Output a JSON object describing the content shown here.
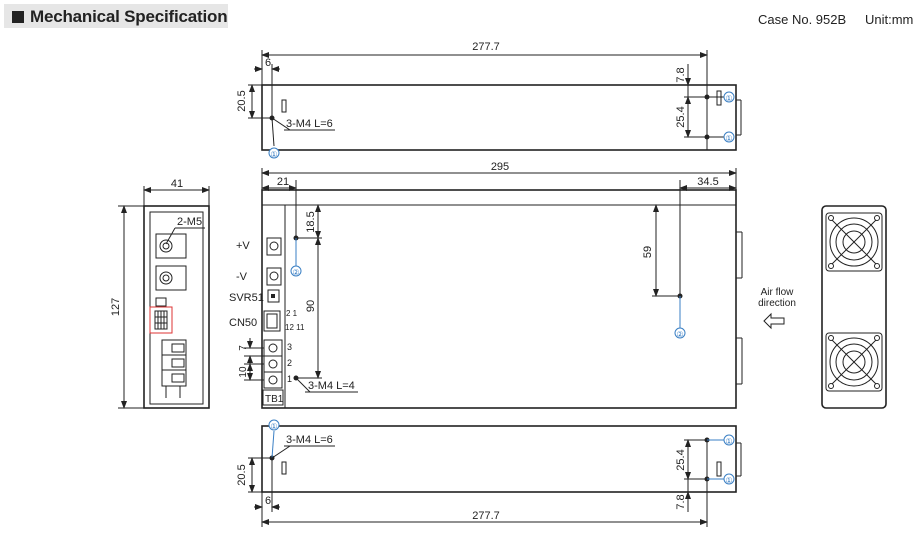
{
  "header": {
    "title": "Mechanical Specification",
    "case_no": "Case No. 952B",
    "unit": "Unit:mm"
  },
  "top_view": {
    "dim_length": "277.7",
    "dim_offset": "6",
    "dim_height_left": "20.5",
    "dim_top_right": "7.8",
    "dim_right": "25.4",
    "screw_label": "3-M4  L=6",
    "marker_1": "①"
  },
  "front_view": {
    "dim_length": "295",
    "dim_21": "21",
    "dim_345": "34.5",
    "dim_185": "18.5",
    "dim_59": "59",
    "dim_90": "90",
    "screw_label": "3-M4  L=4",
    "marker_2": "②",
    "label_plus_v": "+V",
    "label_minus_v": "-V",
    "label_svr": "SVR51",
    "label_cn": "CN50",
    "label_tb": "TB1",
    "pin_21": "2 1",
    "pin_1211": "12 11",
    "tb_pin_3": "3",
    "tb_pin_2": "2",
    "tb_pin_1": "1",
    "dim_7": "7",
    "dim_10": "10",
    "airflow_line1": "Air flow",
    "airflow_line2": "direction"
  },
  "side_view": {
    "dim_width": "41",
    "dim_height": "127",
    "screw_label": "2-M5"
  },
  "bottom_view": {
    "dim_length": "277.7",
    "dim_offset": "6",
    "dim_height_left": "20.5",
    "dim_right": "25.4",
    "dim_bottom_right": "7.8",
    "screw_label": "3-M4  L=6",
    "marker_1": "①"
  }
}
